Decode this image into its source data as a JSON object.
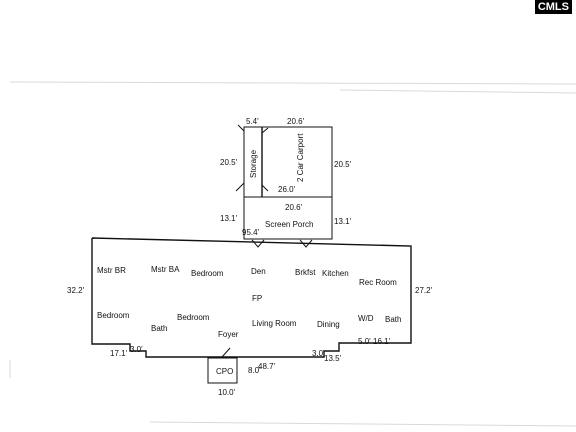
{
  "watermark": "CMLS",
  "dimensions": {
    "storage_width": "5.4'",
    "carport_top": "20.6'",
    "carport_left": "20.5'",
    "carport_right": "20.5'",
    "carport_inner": "26.0'",
    "porch_top": "20.6'",
    "porch_left": "13.1'",
    "porch_right": "13.1'",
    "house_top": "95.4'",
    "house_left": "32.2'",
    "house_right": "27.2'",
    "bottom_left": "17.1'",
    "bottom_left_step": "3.0'",
    "bottom_right_step": "3.0'",
    "bottom_right_a": "13.5'",
    "bottom_right_b": "5.0'",
    "bottom_right_c": "16.1'",
    "bottom_mid": "48.7'",
    "cpo_side": "8.0'",
    "cpo_bottom": "10.0'"
  },
  "areas": {
    "storage": "Storage",
    "carport": "2 Car Carport",
    "screen_porch": "Screen Porch",
    "cpo": "CPO"
  },
  "rooms": {
    "mstr_br": "Mstr BR",
    "mstr_ba": "Mstr BA",
    "bedroom_top": "Bedroom",
    "den": "Den",
    "brkfst": "Brkfst",
    "kitchen": "Kitchen",
    "rec_room": "Rec Room",
    "fp": "FP",
    "bedroom_left": "Bedroom",
    "bath_left": "Bath",
    "bedroom_mid": "Bedroom",
    "foyer": "Foyer",
    "living_room": "Living Room",
    "dining": "Dining",
    "wd": "W/D",
    "bath_right": "Bath"
  }
}
